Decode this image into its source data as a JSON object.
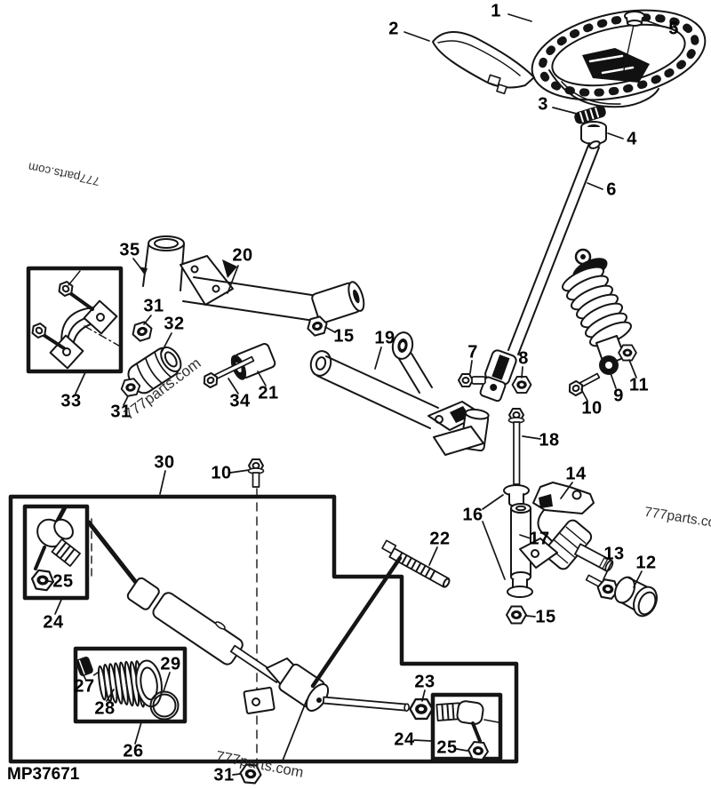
{
  "diagram_code": "MP37671",
  "watermarks": {
    "top_left": "777parts.com",
    "mid_left": "777parts.com",
    "right": "777parts.co",
    "bottom": "777parts.com"
  },
  "callouts": {
    "c1": "1",
    "c2": "2",
    "c3": "3",
    "c4": "4",
    "c5": "5",
    "c6": "6",
    "c7": "7",
    "c8": "8",
    "c9": "9",
    "c10_shock": "10",
    "c10_box": "10",
    "c11": "11",
    "c12": "12",
    "c13": "13",
    "c14": "14",
    "c15_arm": "15",
    "c15_knuckle": "15",
    "c16": "16",
    "c17": "17",
    "c18": "18",
    "c19": "19",
    "c20": "20",
    "c21": "21",
    "c22": "22",
    "c23": "23",
    "c24_left": "24",
    "c24_right": "24",
    "c25_left": "25",
    "c25_right": "25",
    "c26": "26",
    "c27": "27",
    "c28": "28",
    "c29": "29",
    "c30": "30",
    "c31_arm_upper": "31",
    "c31_arm_lower": "31",
    "c31_bottom": "31",
    "c32": "32",
    "c33": "33",
    "c34": "34",
    "c35": "35"
  }
}
